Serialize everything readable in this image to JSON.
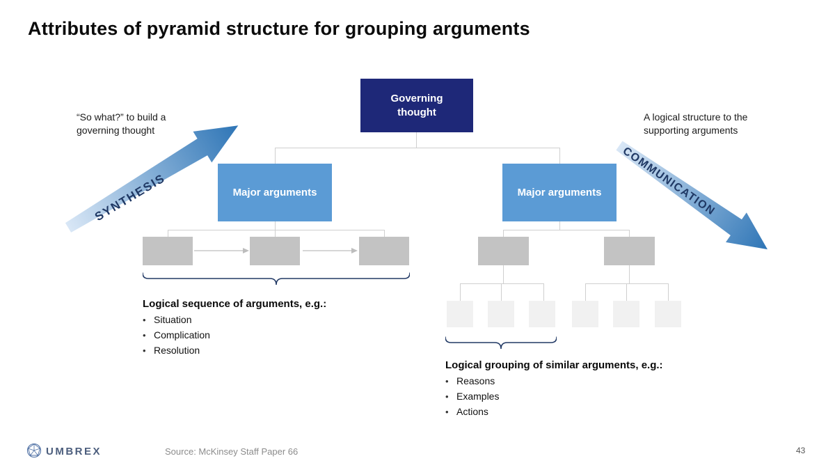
{
  "slide": {
    "title": "Attributes of pyramid structure for grouping arguments",
    "page_number": "43",
    "source": "Source: McKinsey Staff Paper 66",
    "logo_text": "UMBREX"
  },
  "pyramid": {
    "governing": "Governing thought",
    "major_left": "Major arguments",
    "major_right": "Major arguments"
  },
  "annotations": {
    "left_note": "“So what?” to build a governing thought",
    "right_note": "A logical structure to the supporting arguments",
    "synthesis": "SYNTHESIS",
    "communication": "COMMUNICATION"
  },
  "left_detail": {
    "heading": "Logical sequence of arguments, e.g.:",
    "items": [
      "Situation",
      "Complication",
      "Resolution"
    ]
  },
  "right_detail": {
    "heading": "Logical grouping of similar arguments, e.g.:",
    "items": [
      "Reasons",
      "Examples",
      "Actions"
    ]
  },
  "colors": {
    "navy_box": "#1e2878",
    "blue_box": "#5b9bd5",
    "gray_box": "#c3c3c3",
    "light_box": "#f1f1f1",
    "connector": "#cfcfcf",
    "arrow_light": "#d3e3f4",
    "arrow_dark": "#2e75b6",
    "brace": "#203864"
  }
}
